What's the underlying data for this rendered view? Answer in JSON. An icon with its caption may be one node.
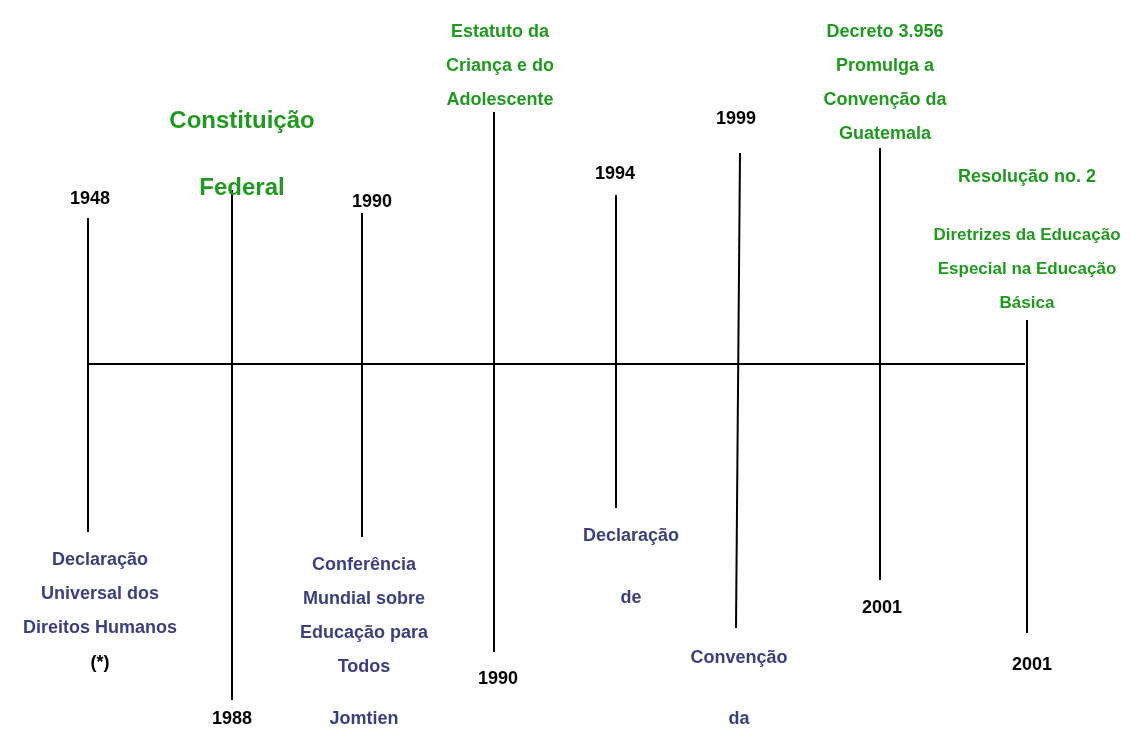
{
  "diagram": {
    "labels": [
      "Estatuto da Criança e do Adolescente",
      "Decreto 3.956 Promulga a Convenção da Guatemala",
      "Constituição Federal",
      "1999",
      "1994",
      "Resolução no. 2",
      "1948",
      "1990",
      "Diretrizes da Educação Especial na Educação Básica",
      "Declaração",
      "Declaração Universal dos Direitos Humanos",
      "Conferência Mundial sobre Educação para Todos",
      "de",
      "2001",
      "(*)",
      "Convenção",
      "2001",
      "1990",
      "1988",
      "Jomtien",
      "da"
    ]
  }
}
